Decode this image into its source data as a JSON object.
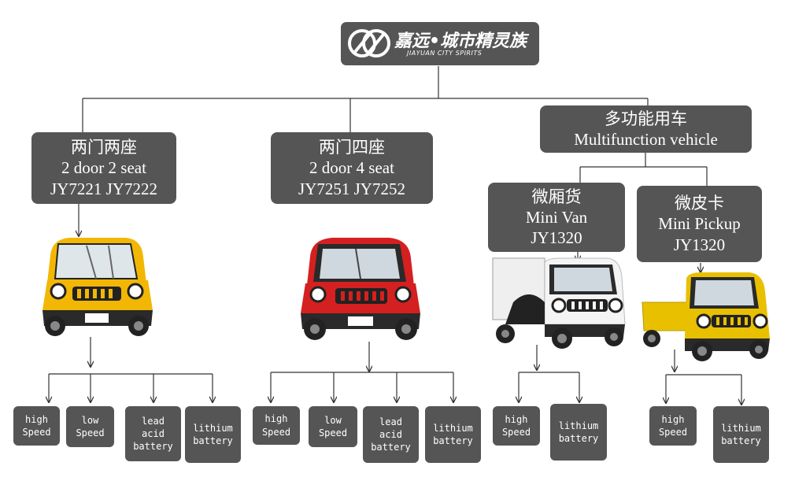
{
  "logo": {
    "cn": "嘉远•城市精灵族",
    "en": "JIAYUAN CITY SPIRITS"
  },
  "categories": [
    {
      "cn": "两门两座",
      "en": "2 door 2 seat",
      "models": "JY7221 JY7222"
    },
    {
      "cn": "两门四座",
      "en": "2 door 4 seat",
      "models": "JY7251 JY7252"
    },
    {
      "cn": "多功能用车",
      "en": "Multifunction vehicle"
    }
  ],
  "subcategories": [
    {
      "cn": "微厢货",
      "en": "Mini Van",
      "models": "JY1320"
    },
    {
      "cn": "微皮卡",
      "en": "Mini Pickup",
      "models": "JY1320"
    }
  ],
  "features": [
    {
      "l1": "high",
      "l2": "Speed"
    },
    {
      "l1": "low",
      "l2": "Speed"
    },
    {
      "l1": "lead",
      "l2": "acid",
      "l3": "battery"
    },
    {
      "l1": "lithium",
      "l2": "battery"
    },
    {
      "l1": "high",
      "l2": "Speed"
    },
    {
      "l1": "low",
      "l2": "Speed"
    },
    {
      "l1": "lead",
      "l2": "acid",
      "l3": "battery"
    },
    {
      "l1": "lithium",
      "l2": "battery"
    },
    {
      "l1": "high",
      "l2": "Speed"
    },
    {
      "l1": "lithium",
      "l2": "battery"
    },
    {
      "l1": "high",
      "l2": "Speed"
    },
    {
      "l1": "lithium",
      "l2": "battery"
    }
  ],
  "colors": {
    "box": "#555555",
    "line": "#333333",
    "yellow_car": "#f2b705",
    "red_car": "#d42020",
    "white_van": "#f2f2f2",
    "yellow_pickup": "#e8c000"
  }
}
